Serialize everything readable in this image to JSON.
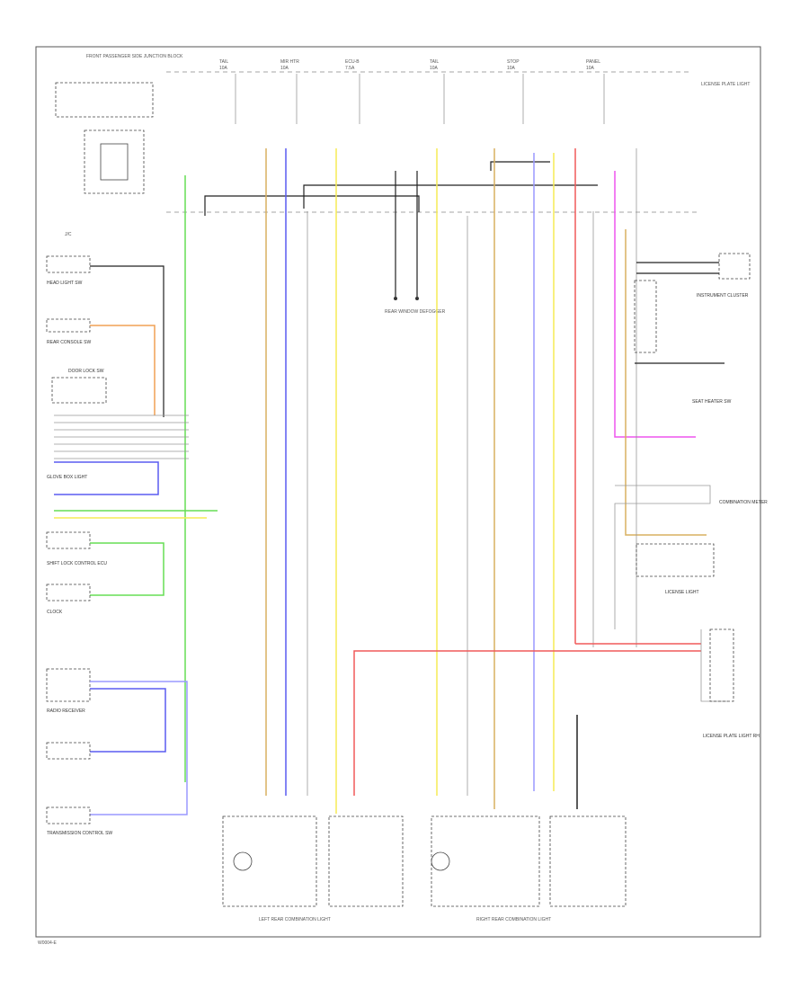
{
  "page_id": "W0004-E",
  "labels": {
    "top_left_component": "FRONT PASSENGER SIDE JUNCTION BLOCK",
    "top_right_component": "LICENSE PLATE LIGHT",
    "fuses": [
      {
        "name": "TAIL",
        "rating": "10A"
      },
      {
        "name": "MIR HTR",
        "rating": "10A"
      },
      {
        "name": "ECU-B",
        "rating": "7.5A"
      },
      {
        "name": "TAIL",
        "rating": "10A"
      },
      {
        "name": "STOP",
        "rating": "10A"
      },
      {
        "name": "PANEL",
        "rating": "10A"
      }
    ],
    "left_components": [
      "HEAD LIGHT SW",
      "REAR CONSOLE SW",
      "DOOR LOCK SW",
      "GLOVE BOX LIGHT",
      "SHIFT LOCK CONTROL ECU",
      "CLOCK",
      "RADIO RECEIVER",
      "TRANSMISSION CONTROL SW"
    ],
    "right_components": [
      "INSTRUMENT CLUSTER",
      "SEAT HEATER SW",
      "COMBINATION METER",
      "LICENSE LIGHT",
      "LICENSE PLATE LIGHT RH"
    ],
    "center_note": "REAR WINDOW DEFOGGER",
    "bottom_left_unit": "LEFT REAR COMBINATION LIGHT",
    "bottom_right_unit": "RIGHT REAR COMBINATION LIGHT",
    "ground": "J/C",
    "wire_colors": [
      "G",
      "Y",
      "BE",
      "Y",
      "W",
      "V",
      "O",
      "R",
      "P",
      "L",
      "SB"
    ]
  },
  "colors": {
    "green": "#66dd55",
    "yellow": "#f5ec55",
    "orange": "#f0a055",
    "blue": "#5a5cf0",
    "violet": "#9a99ff",
    "red": "#f05a5a",
    "pink": "#ee55ee",
    "tan": "#d8b060",
    "cyan": "#66dddd",
    "black": "#222222",
    "gray": "#aaaaaa"
  }
}
